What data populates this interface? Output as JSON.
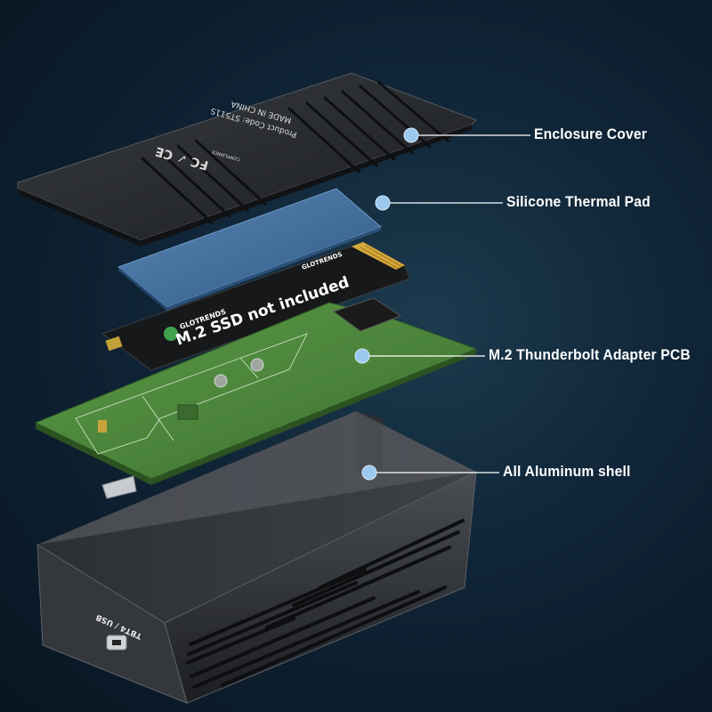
{
  "callouts": {
    "enclosure_cover": "Enclosure Cover",
    "thermal_pad": "Silicone Thermal Pad",
    "adapter_pcb": "M.2 Thunderbolt Adapter PCB",
    "aluminum_shell": "All Aluminum shell"
  },
  "cover_print": {
    "made_in": "MADE IN CHINA",
    "product_code": "Product Code: ST511S",
    "compliance": "COMPLIANCE"
  },
  "ssd_print": {
    "brand": "GLOTRENDS",
    "brand_small": "GLOTRENDS",
    "label": "M.2 SSD not included"
  },
  "shell_print": {
    "port_label": "TBT4 / USB"
  },
  "colors": {
    "callout_dot": "#9cc8ee",
    "callout_line": "#ffffff",
    "pcb_green": "#4a8a3c",
    "pad_blue": "#3f6f9f",
    "ssd_gold": "#d7a93a"
  }
}
